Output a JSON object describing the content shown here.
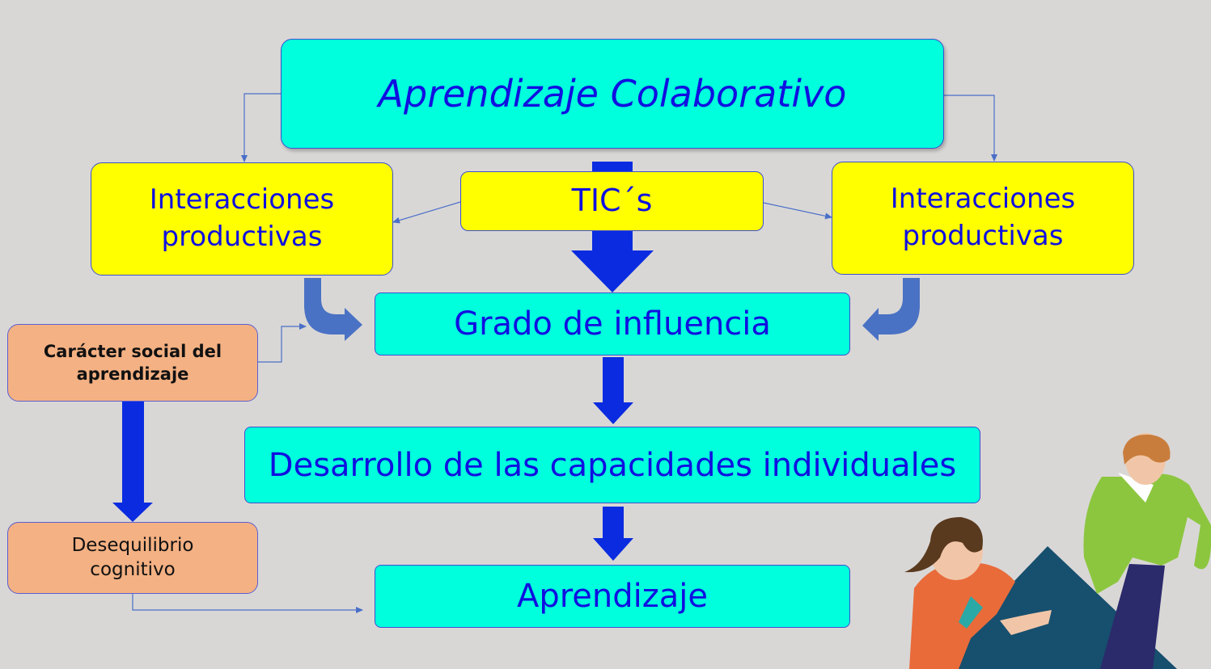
{
  "title": "Aprendizaje Colaborativo",
  "left_node": {
    "line1": "Interacciones",
    "line2": "productivas"
  },
  "center_node": "TIC´s",
  "right_node": {
    "line1": "Interacciones",
    "line2": "productivas"
  },
  "influence_node": "Grado de influencia",
  "development_node": "Desarrollo de las capacidades individuales",
  "learning_node": "Aprendizaje",
  "social_node": {
    "line1": "Carácter social del",
    "line2": "aprendizaje"
  },
  "imbalance_node": {
    "line1": "Desequilibrio",
    "line2": "cognitivo"
  },
  "colors": {
    "background": "#d9d7d6",
    "cyan": "#00ffdd",
    "yellow": "#ffff00",
    "orange": "#f4b183",
    "text_blue": "#1010e0",
    "arrow_blue": "#0a2be0",
    "curved_arrow": "#4a72c4"
  },
  "illustration": "two-women-working-icon"
}
